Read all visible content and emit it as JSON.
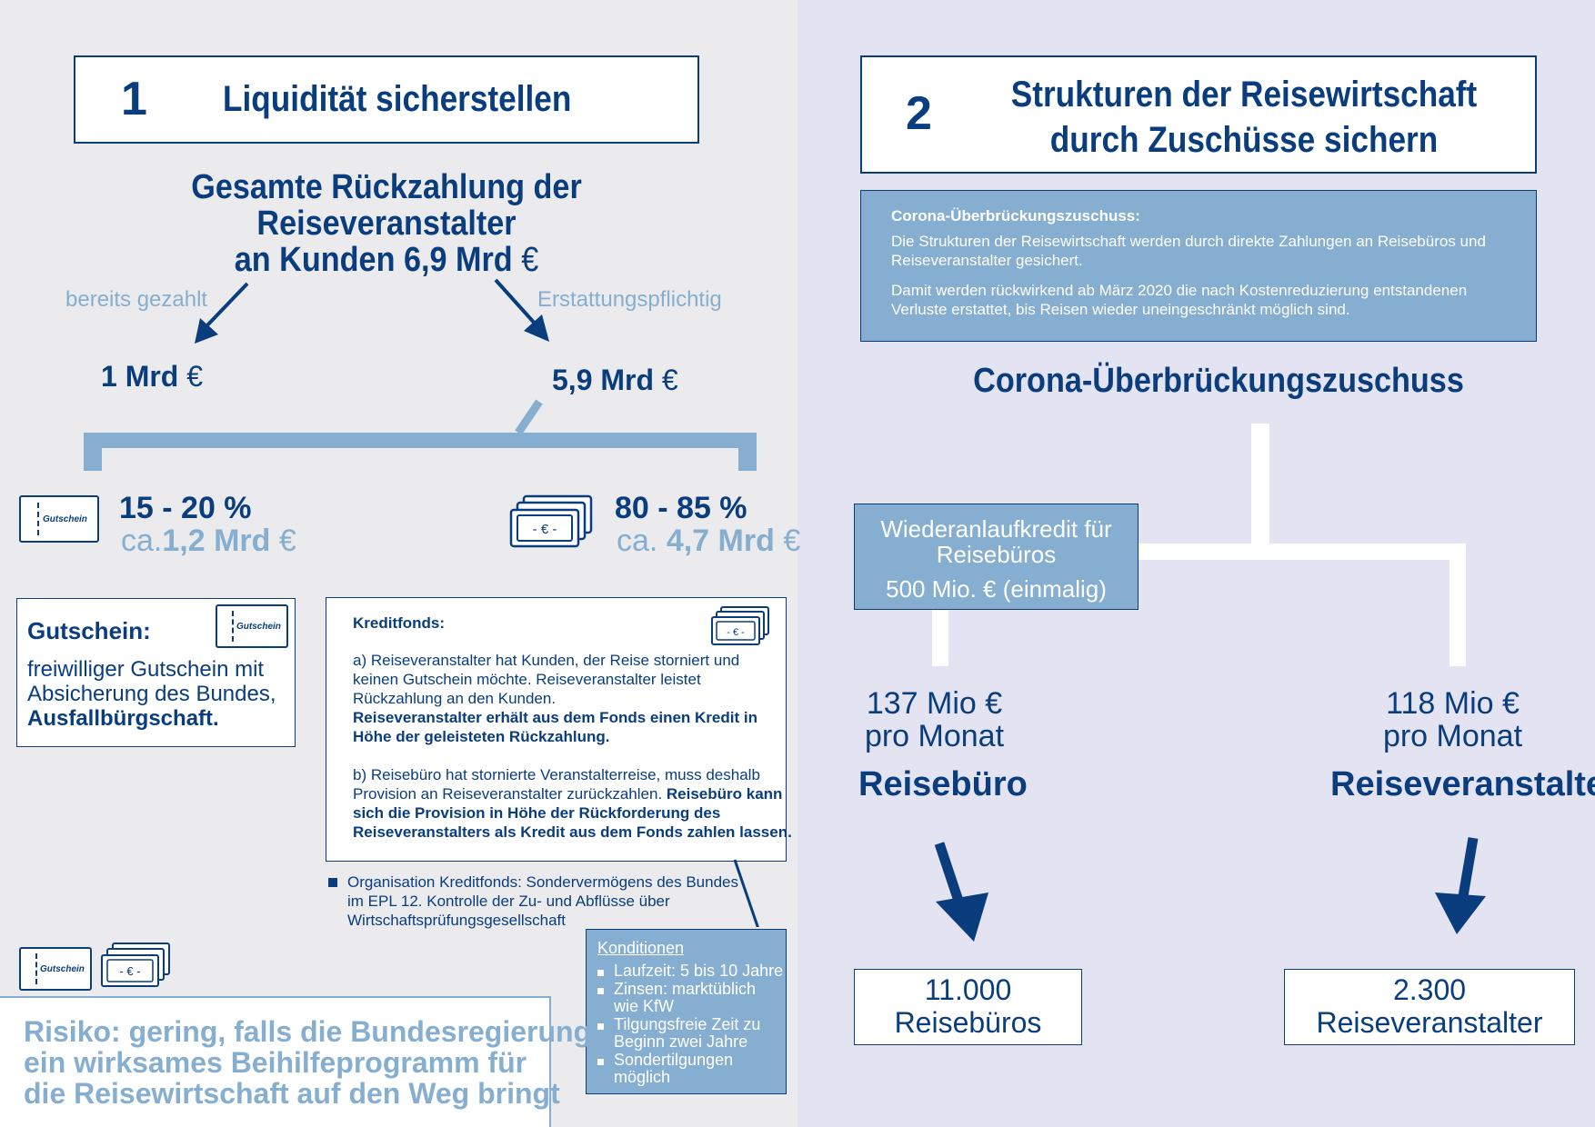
{
  "left": {
    "number": "1",
    "title": "Liquidität sicherstellen",
    "headline_line1": "Gesamte Rückzahlung der Reiseveranstalter",
    "headline_line2_prefix": "an Kunden 6,9 Mrd",
    "euro": "€",
    "paid_label": "bereits gezahlt",
    "refund_label": "Erstattungspflichtig",
    "paid_amount": "1 Mrd",
    "refund_amount": "5,9 Mrd",
    "voucher_pct": "15 - 20 %",
    "voucher_ca": "ca.",
    "voucher_amt": "1,2  Mrd",
    "cash_pct": "80 - 85 %",
    "cash_ca": "ca.",
    "cash_amt": "4,7  Mrd",
    "icon_ticket_label": "Gutschein",
    "icon_euro": "- € -",
    "voucher_box": {
      "title": "Gutschein:",
      "line1": "freiwilliger Gutschein mit",
      "line2": "Absicherung des Bundes,",
      "line3": "Ausfallbürgschaft."
    },
    "fund_box": {
      "title": "Kreditfonds:",
      "a1": "a) Reiseveranstalter hat Kunden, der Reise storniert und",
      "a2": "keinen Gutschein möchte. Reiseveranstalter leistet",
      "a3": "Rückzahlung an den Kunden.",
      "a4": "Reiseveranstalter erhält aus dem Fonds einen Kredit in",
      "a5": "Höhe der geleisteten Rückzahlung.",
      "b1": "b) Reisebüro hat stornierte Veranstalterreise, muss deshalb",
      "b2": "Provision an Reiseveranstalter zurückzahlen. ",
      "b2b": "Reisebüro kann",
      "b3": "sich die Provision in Höhe der Rückforderung des",
      "b4": "Reiseveranstalters als Kredit aus dem Fonds zahlen lassen."
    },
    "org_note": {
      "l1": "Organisation Kreditfonds: Sondervermögens des Bundes",
      "l2": "im  EPL 12. Kontrolle der Zu- und Abflüsse über",
      "l3": "Wirtschaftsprüfungsgesellschaft"
    },
    "conditions": {
      "title": "Konditionen",
      "items": [
        [
          "Laufzeit: 5 bis 10 Jahre"
        ],
        [
          "Zinsen: marktüblich",
          "wie KfW"
        ],
        [
          "Tilgungsfreie Zeit zu",
          "Beginn zwei Jahre"
        ],
        [
          "Sondertilgungen",
          "möglich"
        ]
      ]
    },
    "risk": {
      "l1": "Risiko: gering, falls die Bundesregierung",
      "l2": "ein wirksames Beihilfeprogramm für",
      "l3": "die Reisewirtschaft auf den Weg bringt"
    }
  },
  "right": {
    "number": "2",
    "title_l1": "Strukturen der Reisewirtschaft",
    "title_l2": "durch Zuschüsse sichern",
    "info": {
      "title": "Corona-Überbrückungszuschuss:",
      "p1l1": "Die Strukturen der Reisewirtschaft werden durch direkte Zahlungen an Reisebüros und",
      "p1l2": "Reiseveranstalter gesichert.",
      "p2l1": "Damit werden rückwirkend ab März 2020 die nach Kostenreduzierung entstandenen",
      "p2l2": "Verluste erstattet, bis Reisen wieder uneingeschränkt möglich sind."
    },
    "heading": "Corona-Überbrückungszuschuss",
    "credit": {
      "l1": "Wiederanlaufkredit für",
      "l2": "Reisebüros",
      "l3": "500 Mio. € (einmalig)"
    },
    "agency": {
      "amount": "137 Mio €",
      "per": "pro Monat",
      "name": "Reisebüro",
      "count": "11.000",
      "count_label": "Reisebüros"
    },
    "operator": {
      "amount": "118 Mio €",
      "per": "pro Monat",
      "name": "Reiseveranstalter",
      "count": "2.300",
      "count_label": "Reiseveranstalter"
    }
  }
}
